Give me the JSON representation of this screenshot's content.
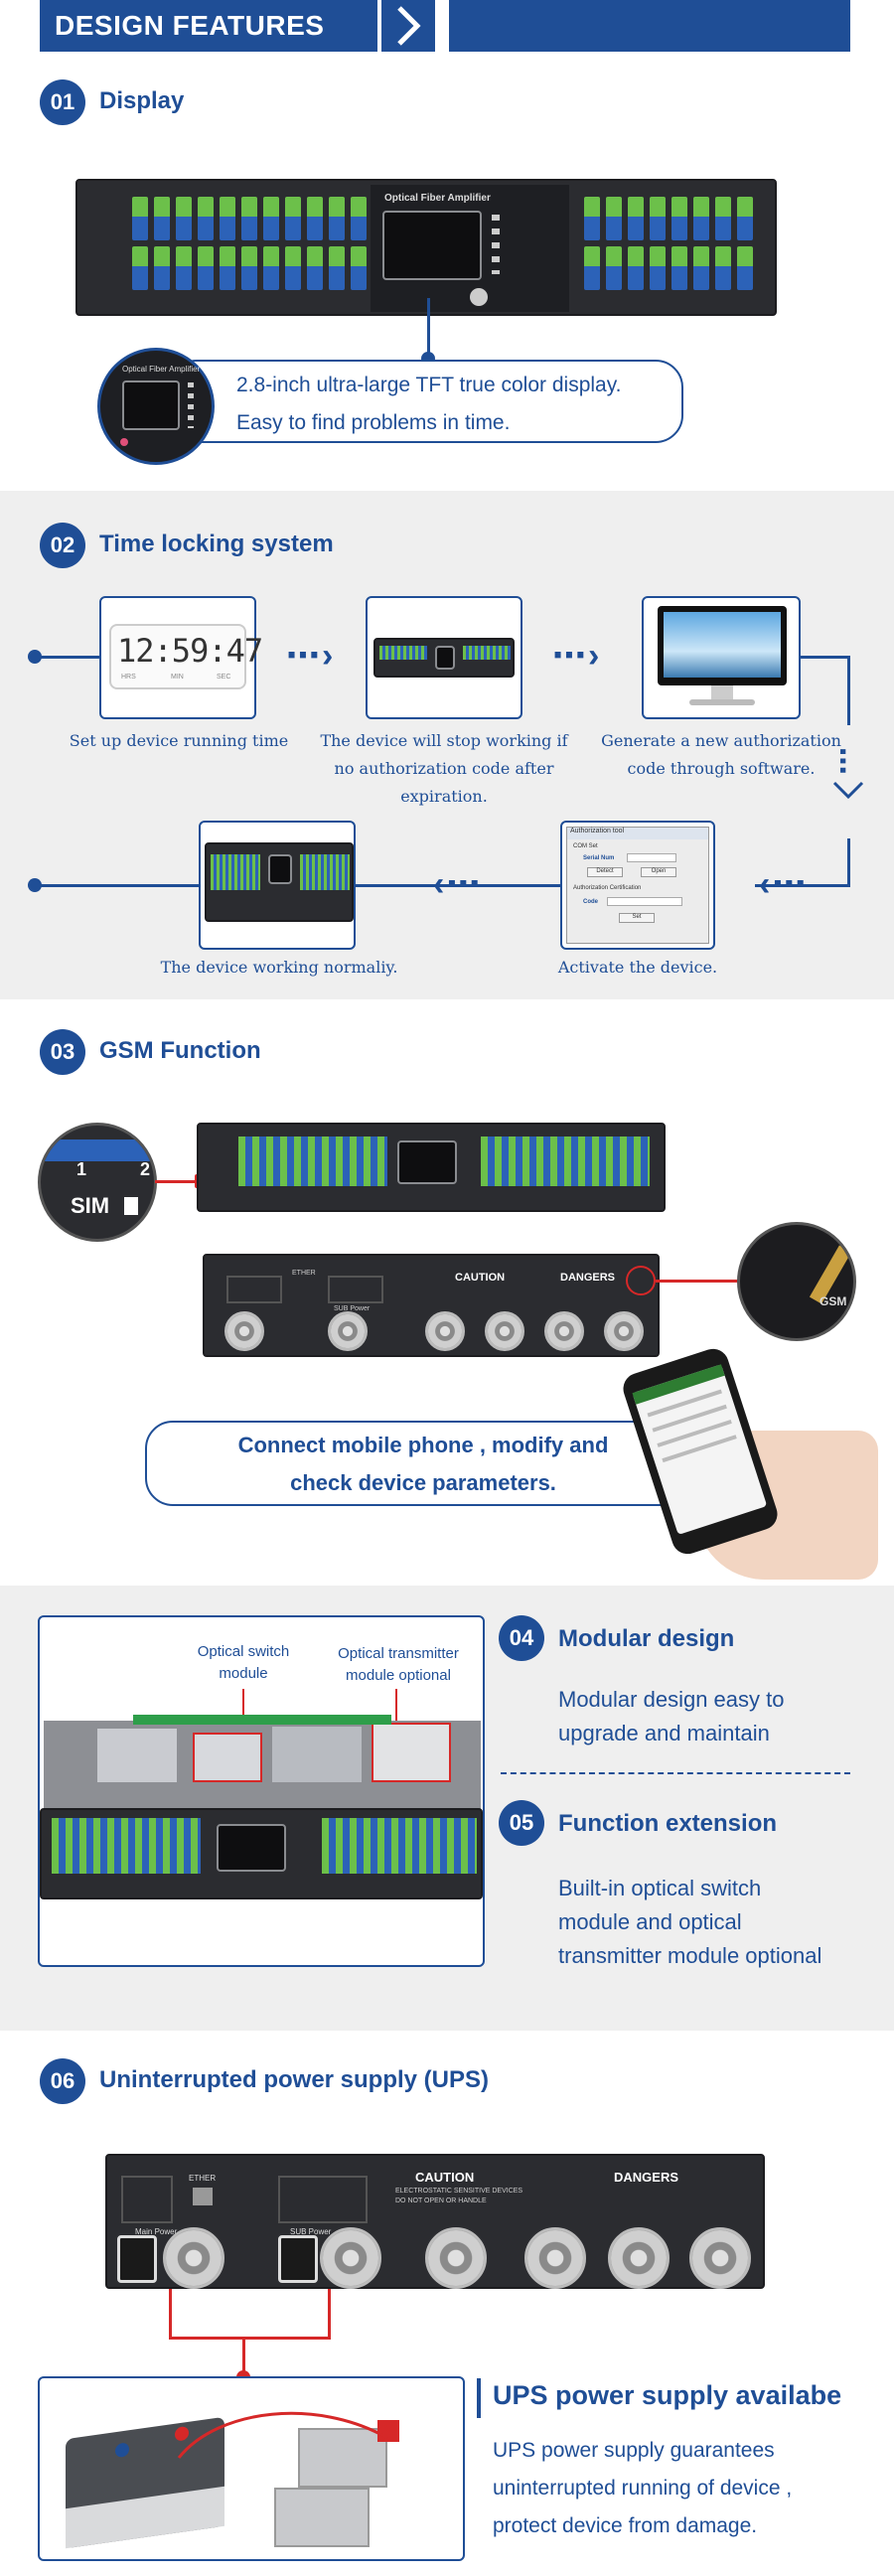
{
  "header": {
    "title": "DESIGN FEATURES",
    "arrow_icon": "chevron-right-icon"
  },
  "colors": {
    "brand_blue": "#1f4e96",
    "section_gray": "#efefef",
    "port_green": "#6cc04a",
    "port_blue": "#2c62b8",
    "cable_red": "#d62828"
  },
  "sections": {
    "display": {
      "number": "01",
      "title": "Display",
      "device_label": "Optical Fiber Amplifier",
      "callout_line1": "2.8-inch ultra-large TFT true color display.",
      "callout_line2": "Easy to find problems in time."
    },
    "time_lock": {
      "number": "02",
      "title": "Time locking system",
      "clock_digits": "12:59:47",
      "clock_labels": [
        "HRS",
        "MIN",
        "SEC"
      ],
      "steps": [
        {
          "caption": "Set up device running time"
        },
        {
          "caption_line1": "The device will stop working if",
          "caption_line2": "no authorization code after",
          "caption_line3": "expiration."
        },
        {
          "caption_line1": "Generate a new authorization",
          "caption_line2": "code through software."
        },
        {
          "caption": "Activate the device."
        },
        {
          "caption": "The device working normaliy."
        }
      ],
      "software_window": {
        "title": "Authorization tool",
        "com_label": "COM Set",
        "serial_label": "Serial Num",
        "detect_button": "Detect",
        "open_button": "Open",
        "auth_label": "Authorization Certification",
        "code_label": "Code",
        "set_button": "Set"
      }
    },
    "gsm": {
      "number": "03",
      "title": "GSM Function",
      "sim_label": "SIM",
      "sim_slot_1": "1",
      "sim_slot_2": "2",
      "gsm_antenna_label": "GSM",
      "rear_caution": "CAUTION",
      "rear_dangers": "DANGERS",
      "rear_ether": "ETHER",
      "rear_sub_power": "SUB Power",
      "callout_line1": "Connect mobile phone , modify and",
      "callout_line2": "check device parameters."
    },
    "modular": {
      "number": "04",
      "title": "Modular design",
      "text_line1": "Modular design easy to",
      "text_line2": "upgrade and maintain",
      "label_switch_line1": "Optical switch",
      "label_switch_line2": "module",
      "label_transmitter_line1": "Optical transmitter",
      "label_transmitter_line2": "module optional"
    },
    "extension": {
      "number": "05",
      "title": "Function extension",
      "text_line1": "Built-in optical switch",
      "text_line2": "module and optical",
      "text_line3": "transmitter module optional"
    },
    "ups": {
      "number": "06",
      "title": "Uninterrupted power supply (UPS)",
      "rear_caution": "CAUTION",
      "rear_caution_sub1": "ELECTROSTATIC SENSITIVE DEVICES",
      "rear_caution_sub2": "DO NOT OPEN OR HANDLE",
      "rear_dangers": "DANGERS",
      "rear_ether": "ETHER",
      "rear_main_power": "Main Power",
      "rear_sub_power": "SUB Power",
      "heading": "UPS power supply availabe",
      "text_line1": "UPS power supply guarantees",
      "text_line2": "uninterrupted running of device ,",
      "text_line3": "protect device from damage."
    }
  }
}
